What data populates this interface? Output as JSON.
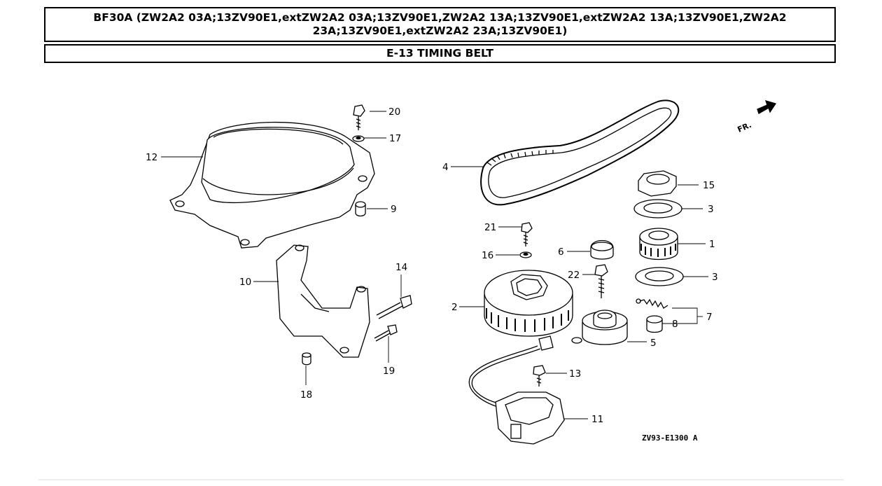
{
  "header": {
    "model_line": "BF30A (ZW2A2 03A;13ZV90E1,extZW2A2 03A;13ZV90E1,ZW2A2 13A;13ZV90E1,extZW2A2 13A;13ZV90E1,ZW2A2 23A;13ZV90E1,extZW2A2 23A;13ZV90E1)",
    "section_title": "E-13 TIMING BELT"
  },
  "diagram": {
    "diagram_code": "ZV93-E1300 A",
    "direction_mark": "FR.",
    "callouts": {
      "c1": "1",
      "c2": "2",
      "c3a": "3",
      "c3b": "3",
      "c4": "4",
      "c5": "5",
      "c6": "6",
      "c7": "7",
      "c8": "8",
      "c9": "9",
      "c10": "10",
      "c11": "11",
      "c12": "12",
      "c13": "13",
      "c14": "14",
      "c15": "15",
      "c16": "16",
      "c17": "17",
      "c18": "18",
      "c19": "19",
      "c20": "20",
      "c21": "21",
      "c22": "22"
    }
  }
}
